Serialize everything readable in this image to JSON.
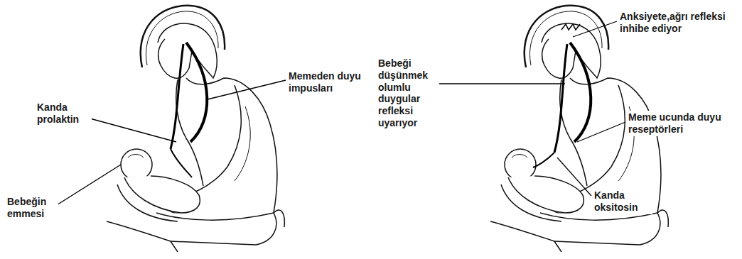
{
  "diagram": {
    "labels": [
      "Kanda prolaktin",
      "Memeden duyu impusları",
      "Bebeğin emmesi",
      "Anksiyete,ağrı refleksi inhibe ediyor",
      "Bebeği düşünmek olumlu duygular refleksi uyarıyor",
      "Meme ucunda duyu reseptörleri",
      "Kanda oksitosin"
    ]
  }
}
